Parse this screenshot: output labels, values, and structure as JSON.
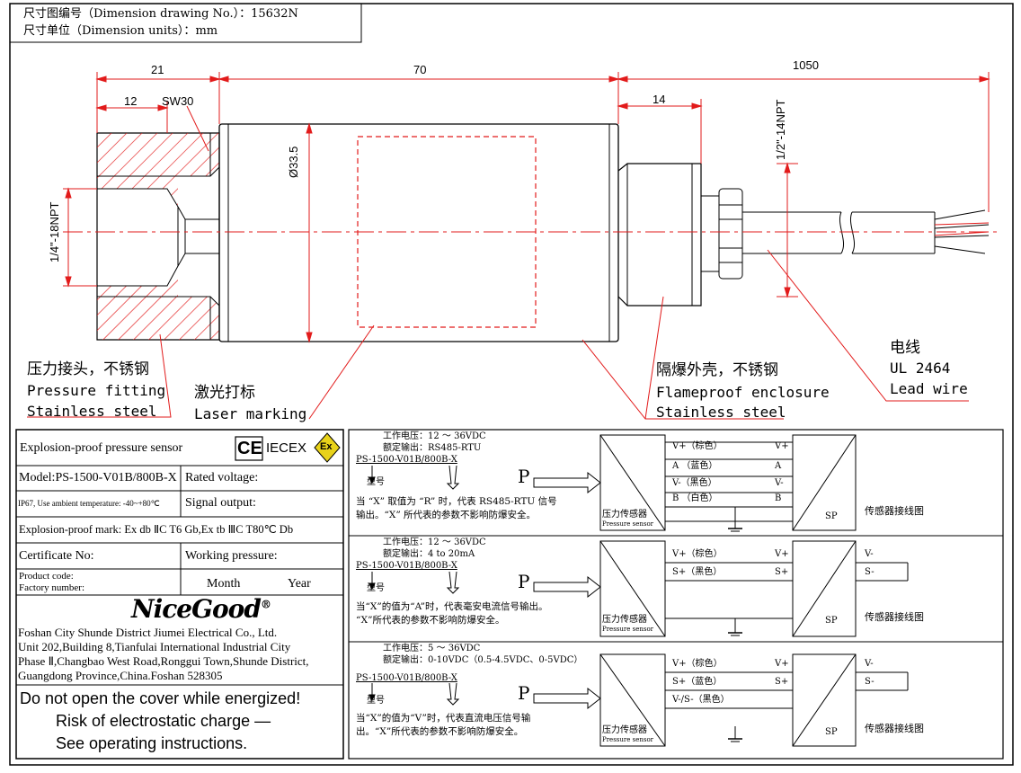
{
  "header": {
    "drawing_no_label": "尺寸图编号（Dimension drawing No.）：",
    "drawing_no": "15632N",
    "units_label": "尺寸单位（Dimension units）：",
    "units": "mm"
  },
  "dimensions": {
    "d21": "21",
    "d70": "70",
    "d1050": "1050",
    "d12": "12",
    "sw30": "SW30",
    "d14": "14",
    "dia": "Ø33.5",
    "thread_in": "1/4\"-18NPT",
    "thread_out": "1/2\"-14NPT"
  },
  "callouts": {
    "fitting_cn": "压力接头，不锈钢",
    "fitting_en1": "Pressure fitting",
    "fitting_en2": "Stainless steel",
    "laser_cn": "激光打标",
    "laser_en": "Laser marking",
    "enclosure_cn": "隔爆外壳，不锈钢",
    "enclosure_en1": "Flameproof enclosure",
    "enclosure_en2": "Stainless steel",
    "wire_cn": "电线",
    "wire_en1": "UL 2464",
    "wire_en2": "Lead wire"
  },
  "nameplate": {
    "title": "Explosion-proof pressure sensor",
    "ce": "CE",
    "iecex": "IECEX",
    "ex": "Ex",
    "model": "Model:PS-1500-V01B/800B-X",
    "rated_voltage": "Rated voltage:",
    "ambient": "IP67, Use ambient temperature: -40~+80℃",
    "signal_output": "Signal output:",
    "ex_mark": "Explosion-proof mark: Ex db ⅡC T6 Gb,Ex tb ⅢC T80℃ Db",
    "certificate": "Certificate No:",
    "working_pressure": "Working pressure:",
    "product_code": "Product code:",
    "factory_number": "Factory number:",
    "month": "Month",
    "year": "Year",
    "brand": "NiceGood",
    "address1": "Foshan City Shunde District Jiumei Electrical Co., Ltd.",
    "address2": "Unit 202,Building 8,Tianfulai International Industrial City",
    "address3": "Phase Ⅱ,Changbao West Road,Ronggui Town,Shunde District,",
    "address4": "Guangdong Province,China.Foshan 528305",
    "warn1": "Do not open the cover while energized!",
    "warn2": "Risk of electrostatic charge —",
    "warn3": "See operating instructions."
  },
  "wiring": [
    {
      "voltage": "工作电压：12 ～ 36VDC",
      "output": "额定输出：RS485-RTU",
      "model": "PS-1500-V01B/800B-X",
      "model_note": "型号",
      "note1": "当 “X” 取值为 “R” 时，代表 RS485-RTU 信号",
      "note2": "输出。“X” 所代表的参数不影响防爆安全。",
      "sensor_cn": "压力传感器",
      "sensor_en": "Pressure sensor",
      "sp": "SP",
      "diagram_label": "传感器接线图",
      "rows": [
        {
          "left": "V+（棕色）",
          "right": "V+"
        },
        {
          "left": "A （蓝色）",
          "right": "A"
        },
        {
          "left": "V-（黑色）",
          "right": "V-"
        },
        {
          "left": "B （白色）",
          "right": "B"
        }
      ],
      "terminals": []
    },
    {
      "voltage": "工作电压：12 ～ 36VDC",
      "output": "额定输出：4 to 20mA",
      "model": "PS-1500-V01B/800B-X",
      "model_note": "型号",
      "note1": "当“X”的值为“A”时，代表毫安电流信号输出。",
      "note2": "“X”所代表的参数不影响防爆安全。",
      "sensor_cn": "压力传感器",
      "sensor_en": "Pressure sensor",
      "sp": "SP",
      "diagram_label": "传感器接线图",
      "rows": [
        {
          "left": "V+（棕色）",
          "right": "V+"
        },
        {
          "left": "S+（黑色）",
          "right": "S+"
        }
      ],
      "terminals": [
        "V-",
        "S-"
      ]
    },
    {
      "voltage": "工作电压：5 ～ 36VDC",
      "output": "额定输出：0-10VDC（0.5-4.5VDC、0-5VDC）",
      "model": "PS-1500-V01B/800B-X",
      "model_note": "型号",
      "note1": "当“X”的值为“V”时，代表直流电压信号输",
      "note2": "出。“X”所代表的参数不影响防爆安全。",
      "sensor_cn": "压力传感器",
      "sensor_en": "Pressure sensor",
      "sp": "SP",
      "diagram_label": "传感器接线图",
      "rows": [
        {
          "left": "V+（棕色）",
          "right": "V+"
        },
        {
          "left": "S+（蓝色）",
          "right": "S+"
        },
        {
          "left": "V-/S-（黑色）",
          "right": ""
        }
      ],
      "terminals": [
        "V-",
        "S-"
      ]
    }
  ]
}
